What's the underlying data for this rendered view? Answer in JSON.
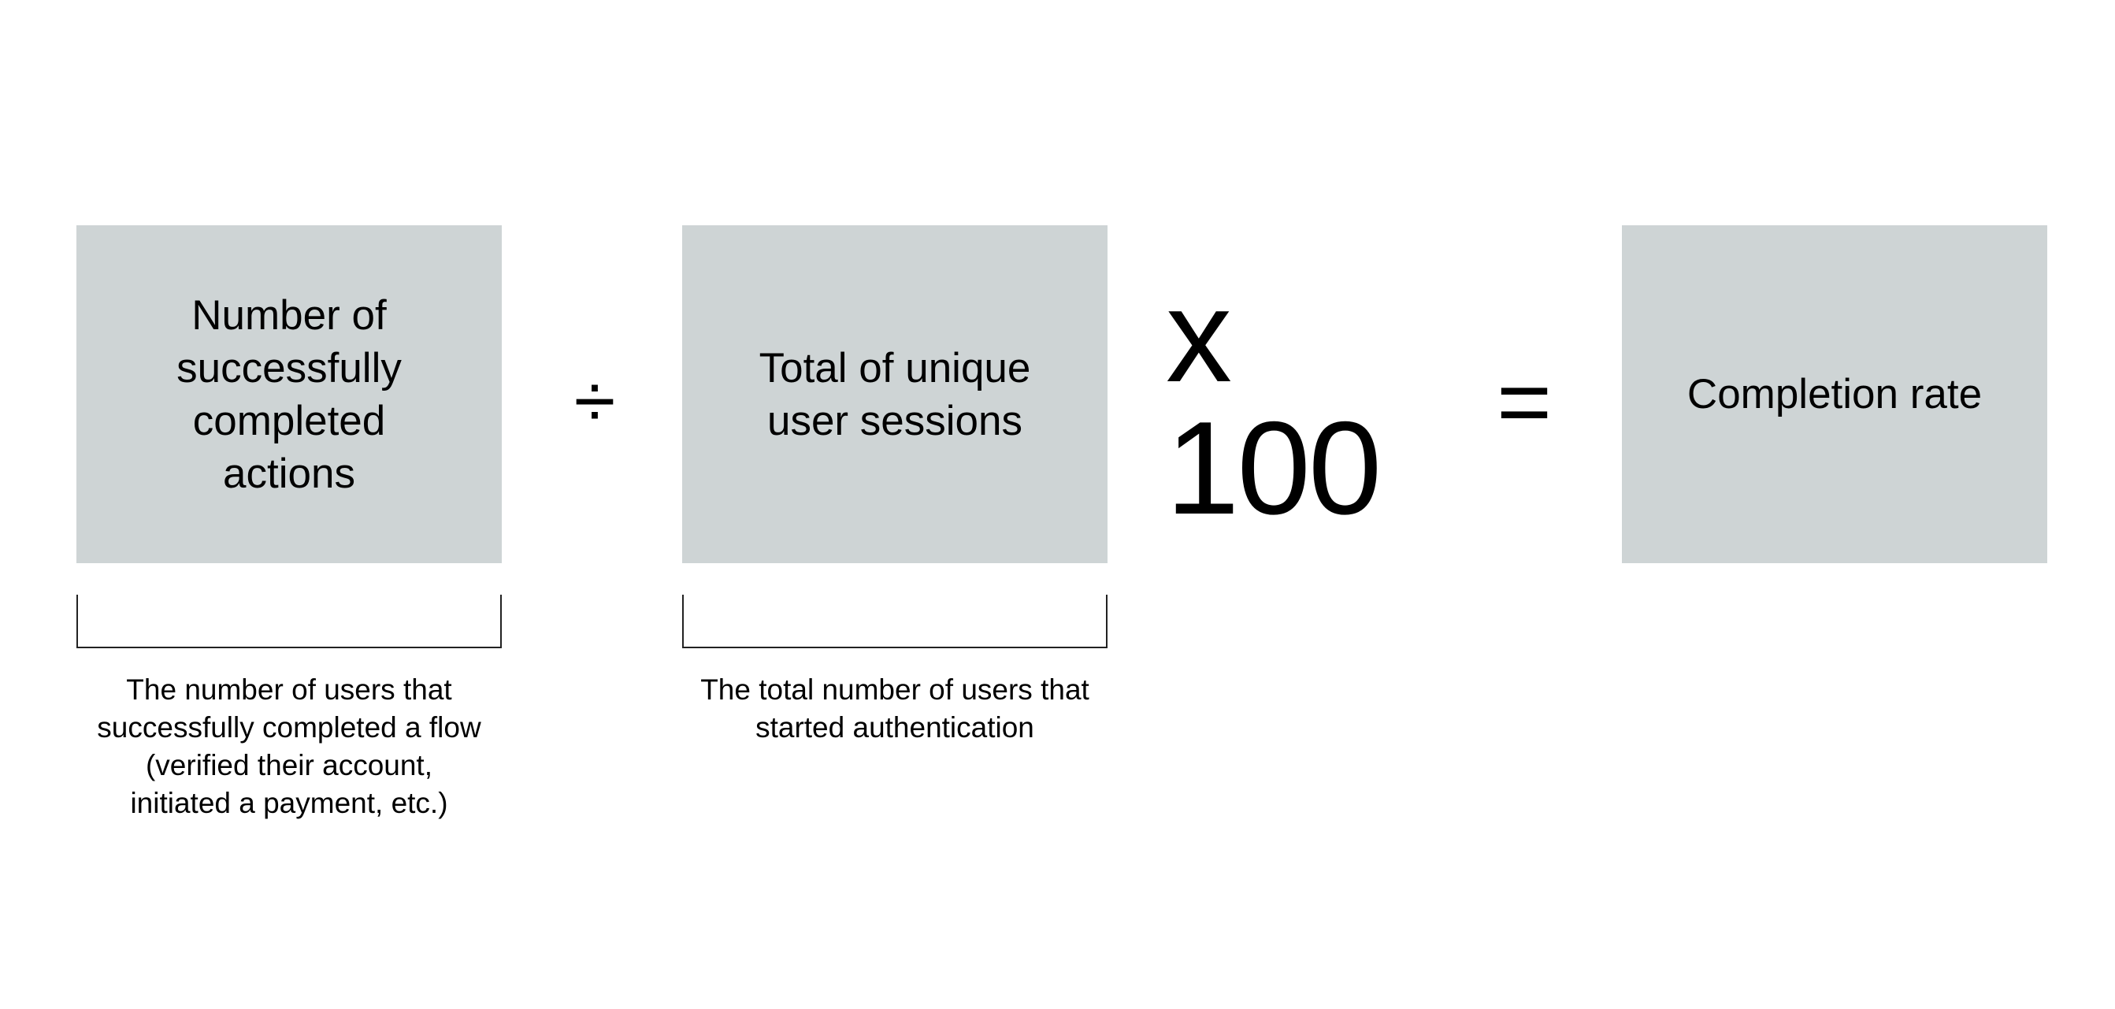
{
  "formula": {
    "numerator": {
      "label": "Number of\nsuccessfully\ncompleted\nactions",
      "description": "The number of users that\nsuccessfully completed a flow\n(verified their account,\ninitiated a payment, etc.)"
    },
    "divide_symbol": "÷",
    "denominator": {
      "label": "Total of unique\nuser sessions",
      "description": "The total number of users that\nstarted authentication"
    },
    "multiplier": "x 100",
    "equals_symbol": "=",
    "result": {
      "label": "Completion rate"
    }
  },
  "colors": {
    "box_fill": "#ced4d5",
    "text": "#000000",
    "bracket": "#222222"
  }
}
